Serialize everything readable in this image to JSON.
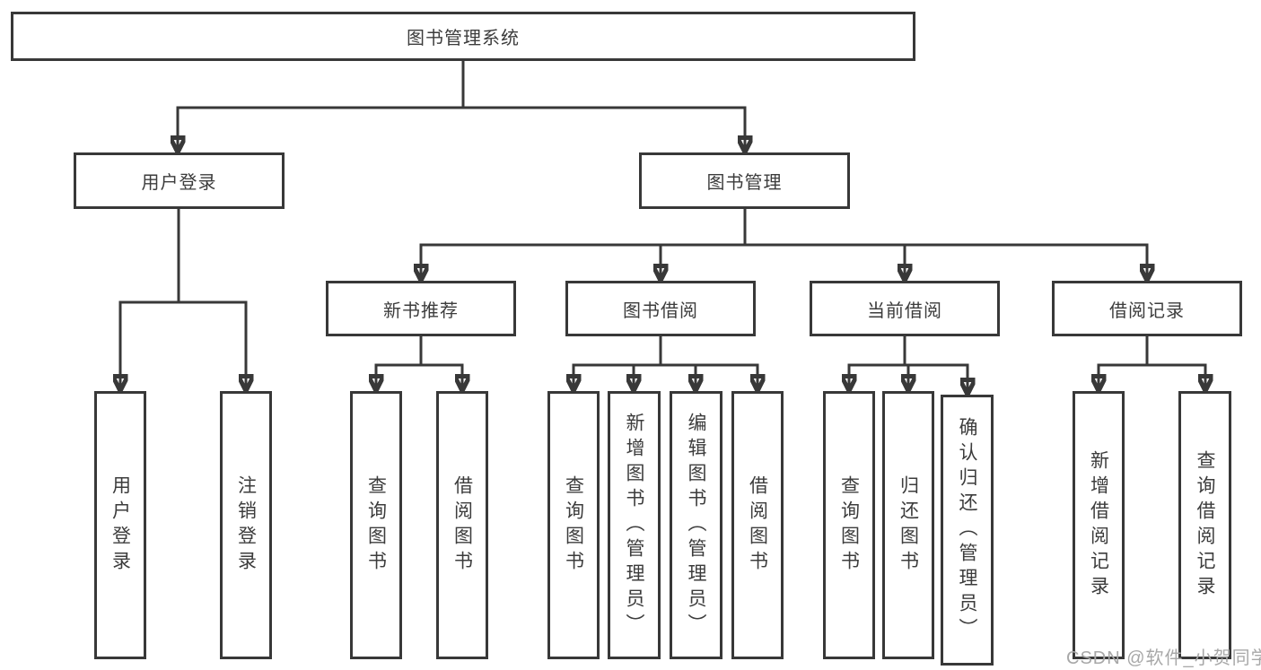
{
  "colors": {
    "line": "#383838",
    "box_border": "#383838",
    "box_background": "#ffffff",
    "text": "#3c3c3c",
    "watermark": "#a8a8a8"
  },
  "watermark": {
    "text": "CSDN @软件_小贺同学"
  },
  "diagram": {
    "type": "hierarchy-tree",
    "root": {
      "label": "图书管理系统",
      "children": [
        {
          "label": "用户登录",
          "children": [
            {
              "label": "用户登录"
            },
            {
              "label": "注销登录"
            }
          ]
        },
        {
          "label": "图书管理",
          "children": [
            {
              "label": "新书推荐",
              "children": [
                {
                  "label": "查询图书"
                },
                {
                  "label": "借阅图书"
                }
              ]
            },
            {
              "label": "图书借阅",
              "children": [
                {
                  "label": "查询图书"
                },
                {
                  "label": "新增图书（管理员）"
                },
                {
                  "label": "编辑图书（管理员）"
                },
                {
                  "label": "借阅图书"
                }
              ]
            },
            {
              "label": "当前借阅",
              "children": [
                {
                  "label": "查询图书"
                },
                {
                  "label": "归还图书"
                },
                {
                  "label": "确认归还（管理员）"
                }
              ]
            },
            {
              "label": "借阅记录",
              "children": [
                {
                  "label": "新增借阅记录"
                },
                {
                  "label": "查询借阅记录"
                }
              ]
            }
          ]
        }
      ]
    }
  }
}
